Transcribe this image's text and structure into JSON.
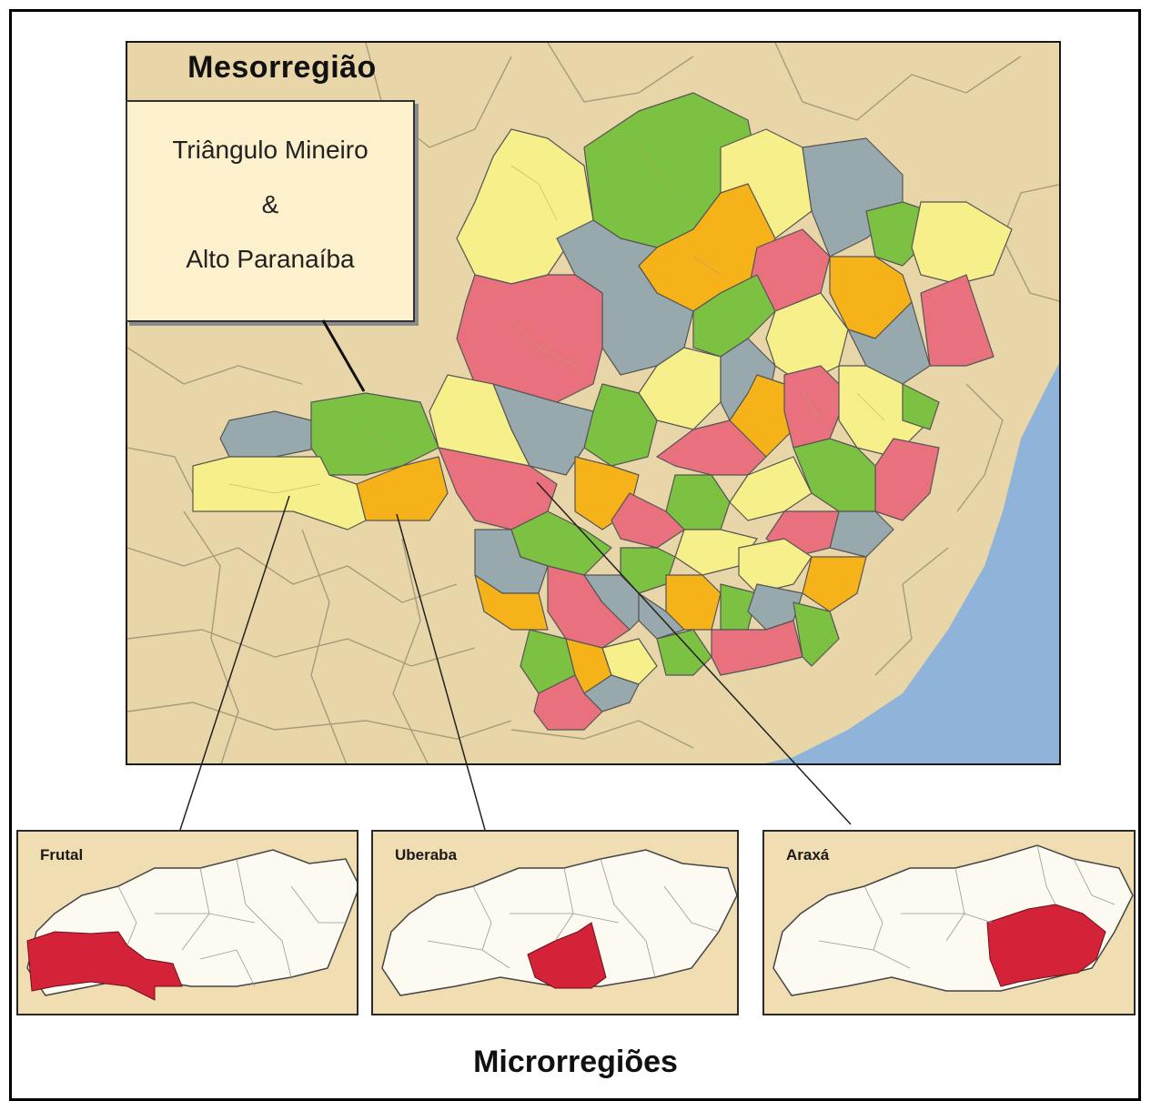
{
  "meso": {
    "heading": "Mesorregião",
    "line1": "Triângulo Mineiro",
    "line2": "&",
    "line3": "Alto Paranaíba"
  },
  "micro": {
    "heading": "Microrregiões",
    "insets": [
      {
        "label": "Frutal"
      },
      {
        "label": "Uberaba"
      },
      {
        "label": "Araxá"
      }
    ]
  },
  "colors": {
    "land": "#e8d5a8",
    "ocean": "#8fb3d9",
    "green": "#7cc142",
    "yellow": "#f7f08a",
    "orange": "#f5b219",
    "pink": "#e8717d",
    "blue_gray": "#98a9ad",
    "highlight": "#d42339",
    "inset_fill": "#fdfaf2"
  }
}
